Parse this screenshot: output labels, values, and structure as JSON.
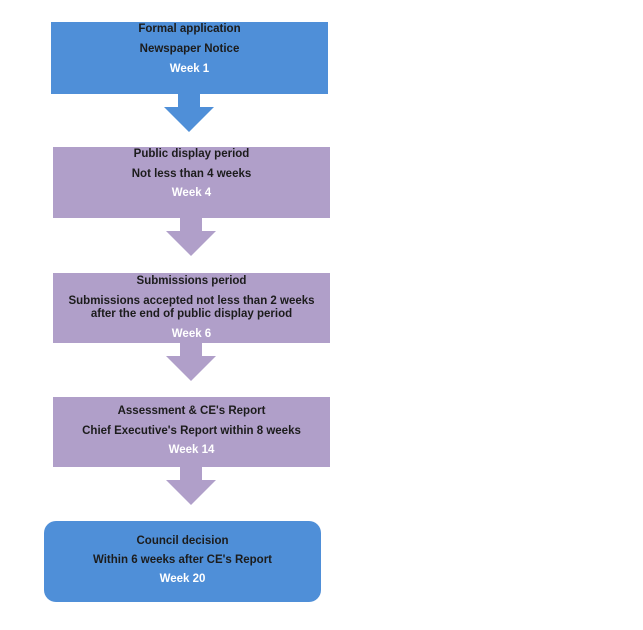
{
  "steps": [
    {
      "title": "Formal application",
      "detail": "Newspaper Notice",
      "week": "Week 1",
      "color": "#4f8fd8"
    },
    {
      "title": "Public display period",
      "detail": "Not less than 4 weeks",
      "week": "Week 4",
      "color": "#b09fc9"
    },
    {
      "title": "Submissions period",
      "detail": "Submissions accepted not less than 2 weeks after the end of public display period",
      "week": "Week 6",
      "color": "#b09fc9"
    },
    {
      "title": "Assessment & CE's Report",
      "detail": "Chief Executive's Report within 8 weeks",
      "week": "Week 14",
      "color": "#b09fc9"
    },
    {
      "title": "Council decision",
      "detail": "Within 6 weeks after CE's Report",
      "week": "Week 20",
      "color": "#4f8fd8"
    }
  ],
  "arrows": [
    {
      "from": "step-1",
      "to": "step-2",
      "color": "#4f8fd8"
    },
    {
      "from": "step-2",
      "to": "step-3",
      "color": "#b09fc9"
    },
    {
      "from": "step-3",
      "to": "step-4",
      "color": "#b09fc9"
    },
    {
      "from": "step-4",
      "to": "step-5",
      "color": "#b09fc9"
    }
  ]
}
